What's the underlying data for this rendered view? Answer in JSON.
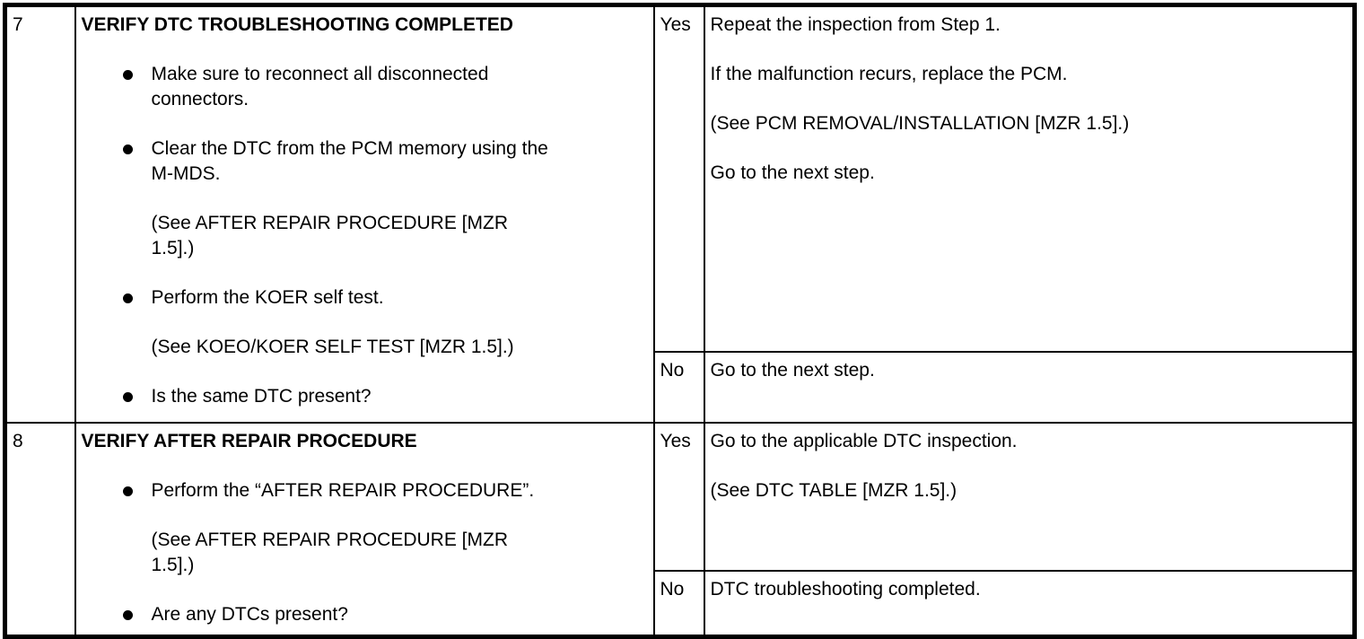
{
  "document": {
    "type": "troubleshooting-flow-table",
    "rows": [
      {
        "step": "7",
        "title": "VERIFY DTC TROUBLESHOOTING COMPLETED",
        "items": [
          {
            "kind": "bullet",
            "text": "Make sure to reconnect all disconnected\nconnectors."
          },
          {
            "kind": "bullet",
            "text": "Clear the DTC from the PCM memory using the\nM-MDS."
          },
          {
            "kind": "note",
            "text": "(See AFTER REPAIR PROCEDURE [MZR\n1.5].)"
          },
          {
            "kind": "bullet",
            "text": "Perform the KOER self test."
          },
          {
            "kind": "note",
            "text": "(See KOEO/KOER SELF TEST [MZR 1.5].)"
          },
          {
            "kind": "bullet",
            "text": "Is the same DTC present?"
          }
        ],
        "yes": {
          "label": "Yes",
          "lines": [
            "Repeat the inspection from Step 1.",
            "If the malfunction recurs, replace the PCM.",
            "(See PCM REMOVAL/INSTALLATION [MZR 1.5].)",
            "Go to the next step."
          ]
        },
        "no": {
          "label": "No",
          "lines": [
            "Go to the next step."
          ]
        }
      },
      {
        "step": "8",
        "title": "VERIFY AFTER REPAIR PROCEDURE",
        "items": [
          {
            "kind": "bullet",
            "text": "Perform the “AFTER REPAIR PROCEDURE”."
          },
          {
            "kind": "note",
            "text": "(See AFTER REPAIR PROCEDURE [MZR\n1.5].)"
          },
          {
            "kind": "bullet",
            "text": "Are any DTCs present?"
          }
        ],
        "yes": {
          "label": "Yes",
          "lines": [
            "Go to the applicable DTC inspection.",
            "(See DTC TABLE [MZR 1.5].)"
          ]
        },
        "no": {
          "label": "No",
          "lines": [
            "DTC troubleshooting completed."
          ]
        }
      }
    ],
    "colors": {
      "text": "#000000",
      "border": "#000000",
      "background": "#ffffff"
    }
  }
}
